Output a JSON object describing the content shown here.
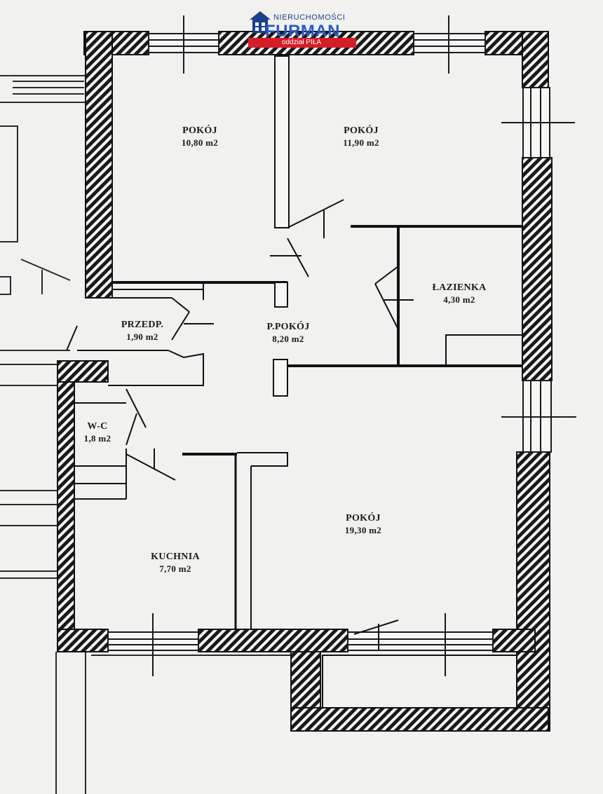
{
  "logo": {
    "top_text": "NIERUCHOMOŚCI",
    "brand": "FURMAN",
    "sub_text": "oddział PIŁA",
    "colors": {
      "blue": "#2a5bc8",
      "red": "#d51d27"
    },
    "icon": "house-icon"
  },
  "rooms": {
    "pokoj1": {
      "name": "POKÓJ",
      "area": "10,80 m2"
    },
    "pokoj2": {
      "name": "POKÓJ",
      "area": "11,90 m2"
    },
    "lazienka": {
      "name": "ŁAZIENKA",
      "area": "4,30 m2"
    },
    "przedp": {
      "name": "PRZEDP.",
      "area": "1,90 m2"
    },
    "ppokoj": {
      "name": "P.POKÓJ",
      "area": "8,20 m2"
    },
    "wc": {
      "name": "W-C",
      "area": "1,8 m2"
    },
    "kuchnia": {
      "name": "KUCHNIA",
      "area": "7,70 m2"
    },
    "pokoj3": {
      "name": "POKÓJ",
      "area": "19,30 m2"
    }
  }
}
